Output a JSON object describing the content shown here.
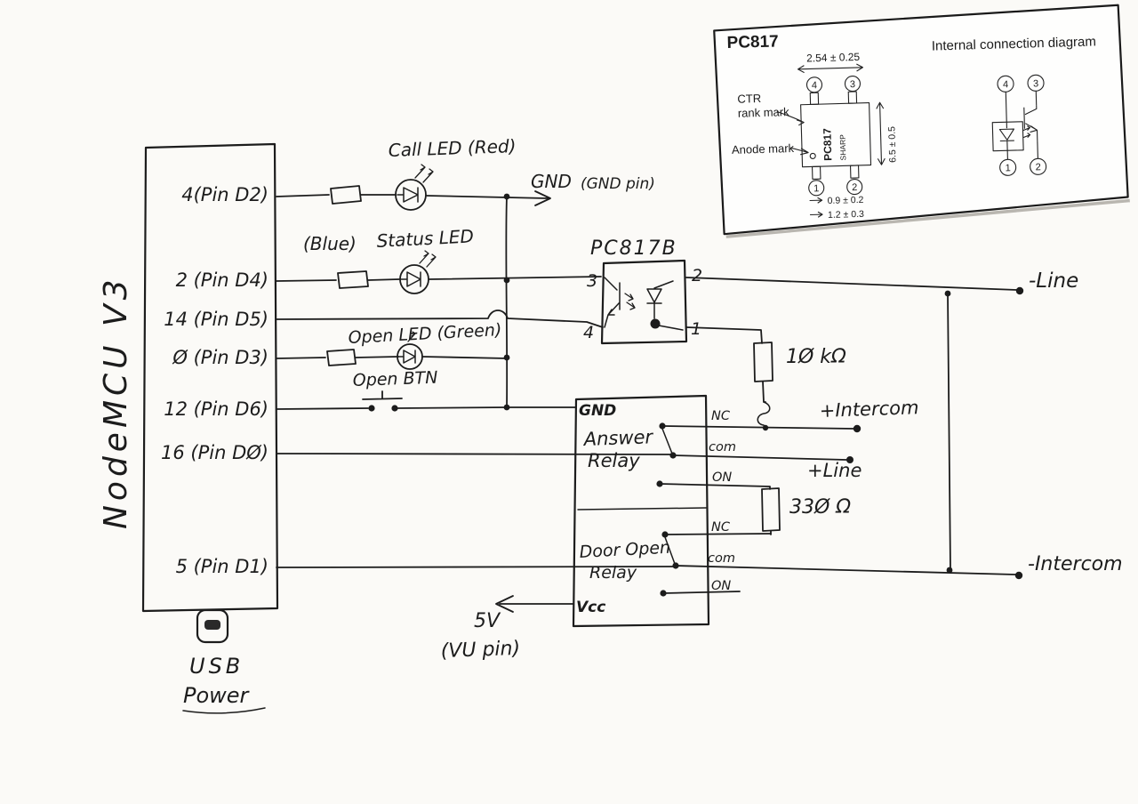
{
  "nodemcu": {
    "label": "NodeMCU V3",
    "pins": [
      "4(Pin D2)",
      "2 (Pin D4)",
      "14 (Pin D5)",
      "Ø (Pin D3)",
      "12 (Pin D6)",
      "16 (Pin DØ)",
      "5 (Pin D1)"
    ],
    "usb_line1": "USB",
    "usb_line2": "Power"
  },
  "leds": {
    "call": "Call LED (Red)",
    "status_pre": "(Blue)",
    "status": "Status LED",
    "open": "Open LED (Green)"
  },
  "button": {
    "label": "Open BTN"
  },
  "gnd": {
    "label": "GND",
    "pin_note": "(GND pin)"
  },
  "supply": {
    "label": "5V",
    "pin_note": "(VU pin)"
  },
  "optocoupler": {
    "label": "PC817B",
    "pin_top_left": "3",
    "pin_bottom_left": "4",
    "pin_top_right": "2",
    "pin_bottom_right": "1"
  },
  "resistors": {
    "r10k": "1Ø kΩ",
    "r330": "33Ø Ω"
  },
  "nets": {
    "minus_line": "-Line",
    "plus_line": "+Line",
    "plus_intercom": "+Intercom",
    "minus_intercom": "-Intercom"
  },
  "relay_board": {
    "gnd": "GND",
    "vcc": "Vcc",
    "answer_line1": "Answer",
    "answer_line2": "Relay",
    "door_line1": "Door Open",
    "door_line2": "Relay",
    "answer_contacts": [
      "NC",
      "com",
      "ON"
    ],
    "door_contacts": [
      "NC",
      "com",
      "ON"
    ]
  },
  "inset": {
    "title": "PC817",
    "subtitle": "Internal connection diagram",
    "dim_pitch": "2.54 ± 0.25",
    "dim_body": "6.5 ± 0.5",
    "dim_lead_w": "0.9 ± 0.2",
    "dim_lead_p": "1.2 ± 0.3",
    "ctr_line1": "CTR",
    "ctr_line2": "rank mark",
    "anode_label": "Anode mark",
    "chip_name": "PC817",
    "chip_brand": "SHARP",
    "pkg_pins_top": [
      "4",
      "3"
    ],
    "pkg_pins_bottom": [
      "1",
      "2"
    ],
    "icd_pins_top": [
      "4",
      "3"
    ],
    "icd_pins_bottom": [
      "1",
      "2"
    ]
  }
}
